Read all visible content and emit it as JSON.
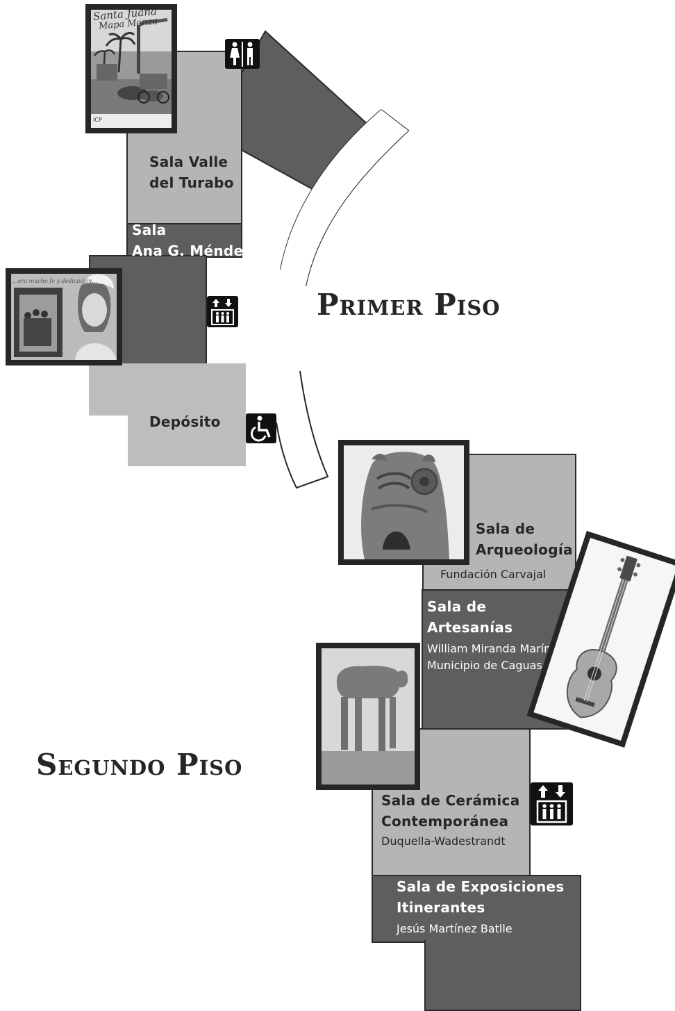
{
  "floors": {
    "primer": "Primer Piso",
    "segundo": "Segundo Piso"
  },
  "rooms": {
    "valle": {
      "title_l1": "Sala Valle",
      "title_l2": "del Turabo"
    },
    "ana": {
      "title_l1": "Sala",
      "title_l2": "Ana G. Méndez"
    },
    "deposito": {
      "title": "Depósito"
    },
    "arqueologia": {
      "title_l1": "Sala de",
      "title_l2": "Arqueología",
      "sub": "Fundación Carvajal"
    },
    "artesanias": {
      "title_l1": "Sala de",
      "title_l2": "Artesanías",
      "sub_l1": "William Miranda Marín",
      "sub_l2": "Municipio de Caguas"
    },
    "ceramica": {
      "title_l1": "Sala de Cerámica",
      "title_l2": "Contemporánea",
      "sub": "Duquella-Wadestrandt"
    },
    "itinerantes": {
      "title_l1": "Sala de Exposiciones",
      "title_l2": "Itinerantes",
      "sub": "Jesús Martínez Batlle"
    }
  },
  "poster": {
    "title_l1": "Santa Juana",
    "title_l2": "Mapa Monza",
    "corner": "ICP"
  },
  "photo_caption": "...era mucho fe y dedicación...",
  "icons": [
    "restroom-icon",
    "elevator-icon",
    "wheelchair-icon",
    "elevator-icon"
  ],
  "colors": {
    "dark_room": "#5e5e60",
    "light_room": "#b5b5b5",
    "pale_room": "#bdbdbd",
    "border": "#2a2a2a"
  }
}
